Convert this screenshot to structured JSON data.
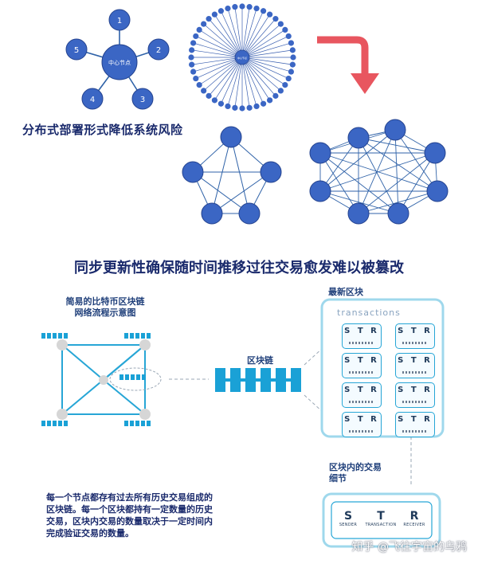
{
  "star": {
    "center_label": "中心节点",
    "node_labels": [
      "1",
      "2",
      "3",
      "4",
      "5"
    ]
  },
  "circle_hub": {
    "center_label": "中心节点"
  },
  "title_distributed": "分布式部署形式降低系统风险",
  "title_sync": "同步更新性确保随时间推移过往交易愈发难以被篡改",
  "bitcoin_flow": {
    "label_line1": "简易的比特币区块链",
    "label_line2": "网络流程示意图"
  },
  "blockchain_label": "区块链",
  "latest_block": {
    "label": "最新区块",
    "transactions_title": "transactions",
    "card_letters": "S T R"
  },
  "detail": {
    "label_line1": "区块内的交易",
    "label_line2": "细节",
    "items": [
      {
        "letter": "S",
        "caption": "SENDER"
      },
      {
        "letter": "T",
        "caption": "TRANSACTION"
      },
      {
        "letter": "R",
        "caption": "RECEIVER"
      }
    ]
  },
  "description": {
    "lines": [
      "每一个节点都存有过去所有历史交易组成的",
      "区块链。每一个区块都持有一定数量的历史",
      "交易，区块内交易的数量取决于一定时间内",
      "完成验证交易的数量。"
    ]
  },
  "watermark": "知乎 @飞往宇宙的乌鸦",
  "colors": {
    "node_blue": "#3b66c4",
    "node_stroke": "#24438f",
    "edge_blue": "#2f62a8",
    "arrow_red": "#e8565f",
    "block_cyan": "#1aa1d6",
    "title_navy": "#1a2a6c"
  }
}
